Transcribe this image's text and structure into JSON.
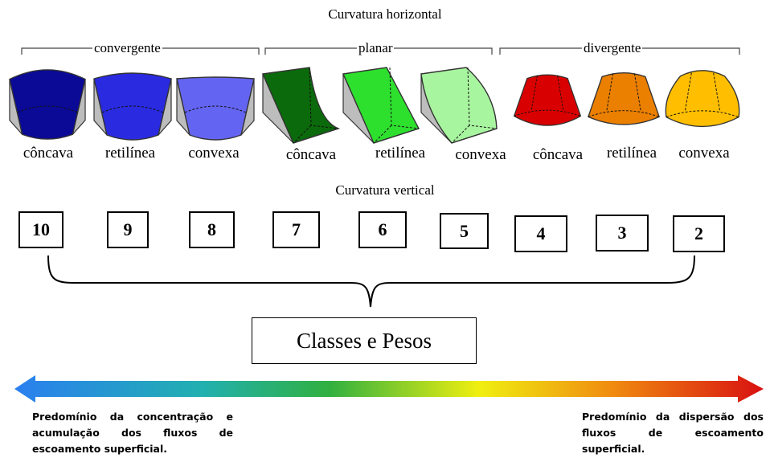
{
  "header": {
    "horizontal_title": "Curvatura horizontal",
    "vertical_title": "Curvatura vertical"
  },
  "groups": [
    {
      "label": "convergente",
      "color": "#1a1aa6"
    },
    {
      "label": "planar",
      "color": "#2fcf2f"
    },
    {
      "label": "divergente",
      "color": "#e08000"
    }
  ],
  "shapes": [
    {
      "label": "côncava",
      "fill": "#0a0a96",
      "icon": "convergent-concave-icon"
    },
    {
      "label": "retilínea",
      "fill": "#2a2ae0",
      "icon": "convergent-rectilinear-icon"
    },
    {
      "label": "convexa",
      "fill": "#6464f2",
      "icon": "convergent-convex-icon"
    },
    {
      "label": "côncava",
      "fill": "#0b6a0b",
      "icon": "planar-concave-icon"
    },
    {
      "label": "retilínea",
      "fill": "#2ee02e",
      "icon": "planar-rectilinear-icon"
    },
    {
      "label": "convexa",
      "fill": "#a8f5a0",
      "icon": "planar-convex-icon"
    },
    {
      "label": "côncava",
      "fill": "#d80000",
      "icon": "divergent-concave-icon"
    },
    {
      "label": "retilínea",
      "fill": "#ea7f00",
      "icon": "divergent-rectilinear-icon"
    },
    {
      "label": "convexa",
      "fill": "#ffbf00",
      "icon": "divergent-convex-icon"
    }
  ],
  "weights": [
    "10",
    "9",
    "8",
    "7",
    "6",
    "5",
    "4",
    "3",
    "2"
  ],
  "classes_label": "Classes e Pesos",
  "gradient_colors": [
    "#2a7ff0",
    "#22b0b0",
    "#30b040",
    "#f0ef10",
    "#f08a10",
    "#d81010"
  ],
  "notes": {
    "left": "Predomínio da concentração e acumulação dos fluxos de escoamento superficial.",
    "right": "Predomínio da dispersão dos fluxos de escoamento superficial."
  }
}
